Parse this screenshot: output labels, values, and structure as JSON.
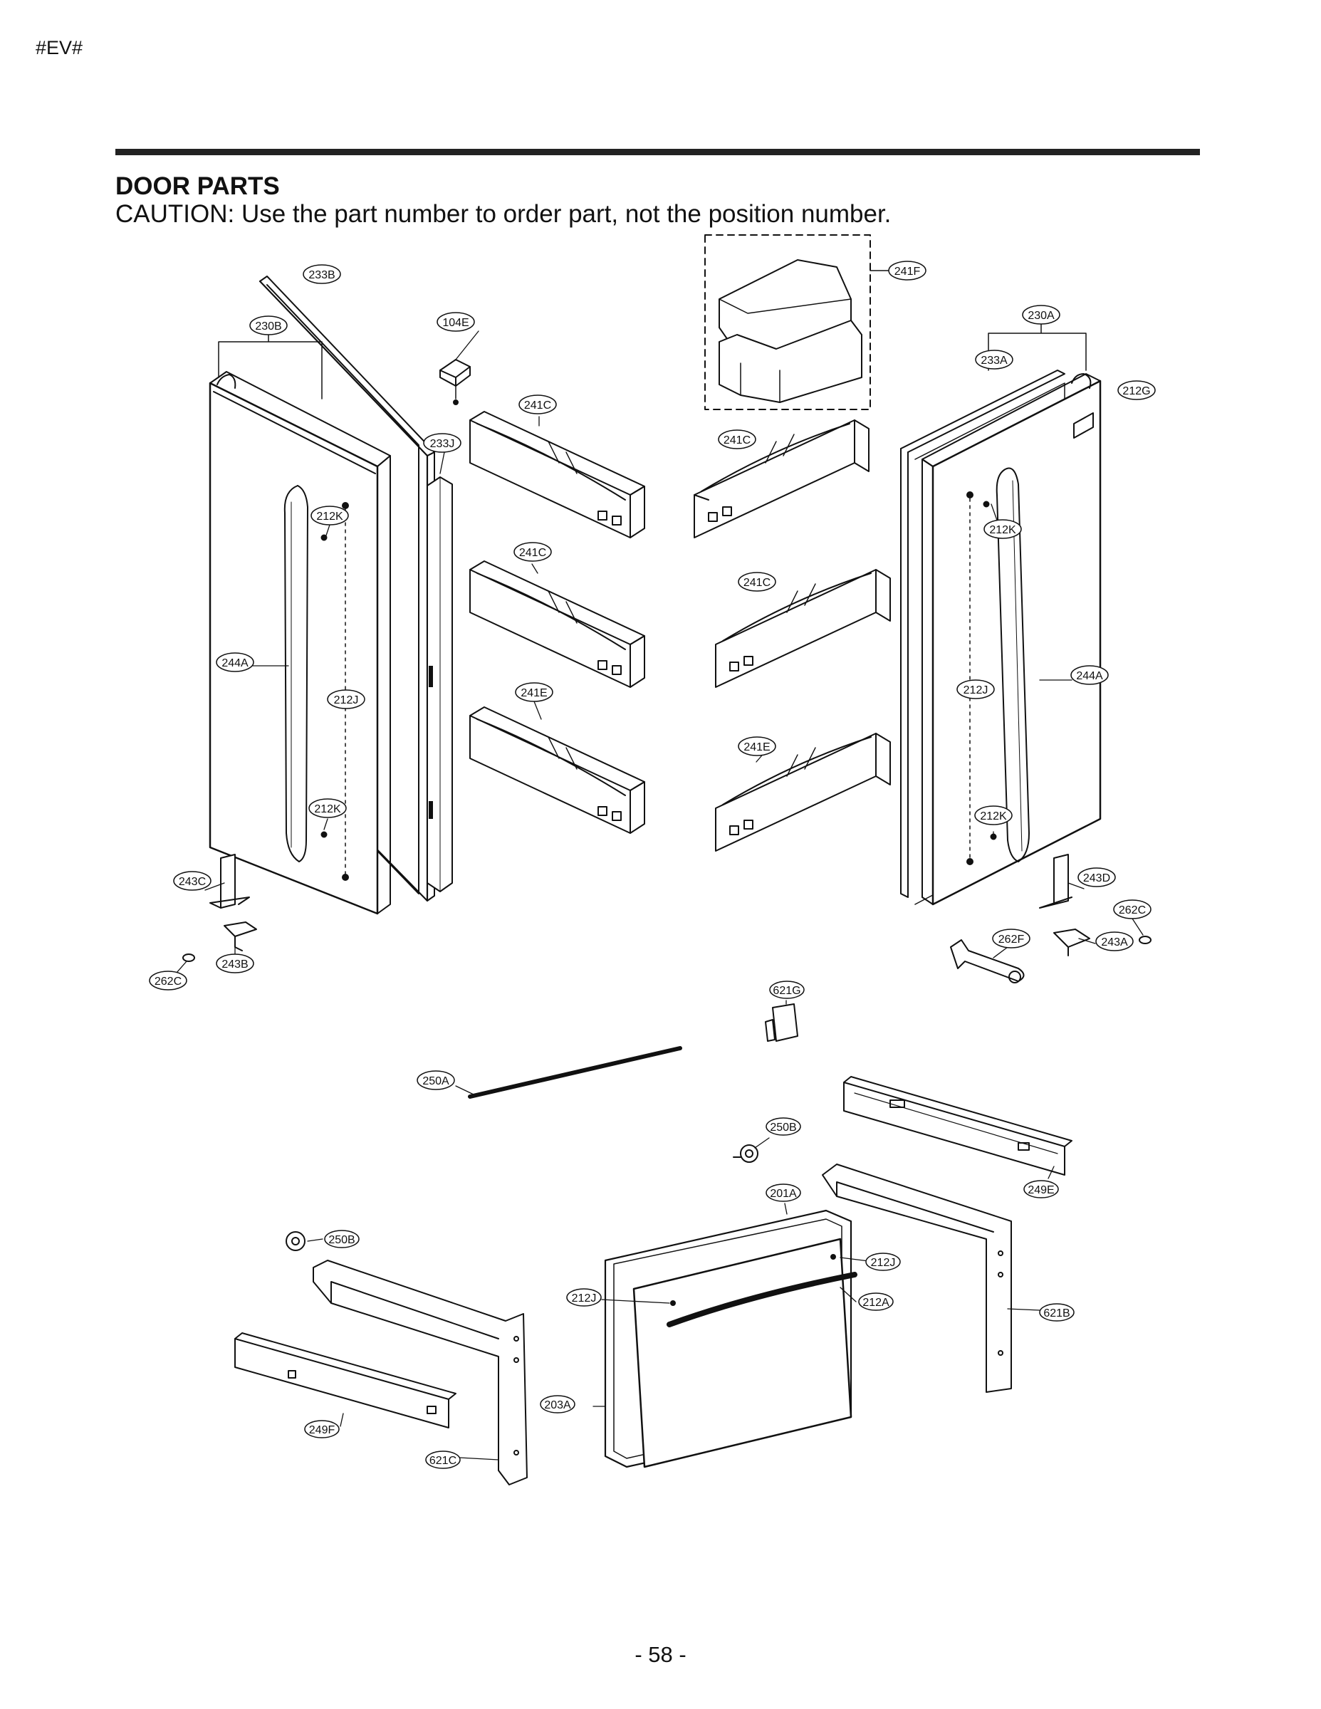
{
  "page": {
    "corner_code": "#EV#",
    "section_title": "DOOR PARTS",
    "caution": "CAUTION: Use the part number to order part, not the position number.",
    "page_number": "- 58 -"
  },
  "callouts": [
    {
      "id": "241F",
      "text": "241F"
    },
    {
      "id": "230B",
      "text": "230B"
    },
    {
      "id": "104E",
      "text": "104E"
    },
    {
      "id": "230A",
      "text": "230A"
    },
    {
      "id": "233B",
      "text": "233B"
    },
    {
      "id": "233A",
      "text": "233A"
    },
    {
      "id": "212G",
      "text": "212G"
    },
    {
      "id": "241C_a",
      "text": "241C"
    },
    {
      "id": "233J",
      "text": "233J"
    },
    {
      "id": "241C_b",
      "text": "241C"
    },
    {
      "id": "212K_a",
      "text": "212K"
    },
    {
      "id": "212K_b",
      "text": "212K"
    },
    {
      "id": "241C_c",
      "text": "241C"
    },
    {
      "id": "241C_d",
      "text": "241C"
    },
    {
      "id": "244A_a",
      "text": "244A"
    },
    {
      "id": "244A_b",
      "text": "244A"
    },
    {
      "id": "241E_a",
      "text": "241E"
    },
    {
      "id": "212J_a",
      "text": "212J"
    },
    {
      "id": "212J_b",
      "text": "212J"
    },
    {
      "id": "241E_b",
      "text": "241E"
    },
    {
      "id": "212K_c",
      "text": "212K"
    },
    {
      "id": "212K_d",
      "text": "212K"
    },
    {
      "id": "243C",
      "text": "243C"
    },
    {
      "id": "243D",
      "text": "243D"
    },
    {
      "id": "262C_a",
      "text": "262C"
    },
    {
      "id": "262F",
      "text": "262F"
    },
    {
      "id": "243A",
      "text": "243A"
    },
    {
      "id": "243B",
      "text": "243B"
    },
    {
      "id": "262C_b",
      "text": "262C"
    },
    {
      "id": "621G",
      "text": "621G"
    },
    {
      "id": "250A",
      "text": "250A"
    },
    {
      "id": "250B_a",
      "text": "250B"
    },
    {
      "id": "249E",
      "text": "249E"
    },
    {
      "id": "201A",
      "text": "201A"
    },
    {
      "id": "250B_b",
      "text": "250B"
    },
    {
      "id": "212J_c",
      "text": "212J"
    },
    {
      "id": "212J_d",
      "text": "212J"
    },
    {
      "id": "212A",
      "text": "212A"
    },
    {
      "id": "621B",
      "text": "621B"
    },
    {
      "id": "203A",
      "text": "203A"
    },
    {
      "id": "249F",
      "text": "249F"
    },
    {
      "id": "621C",
      "text": "621C"
    }
  ]
}
